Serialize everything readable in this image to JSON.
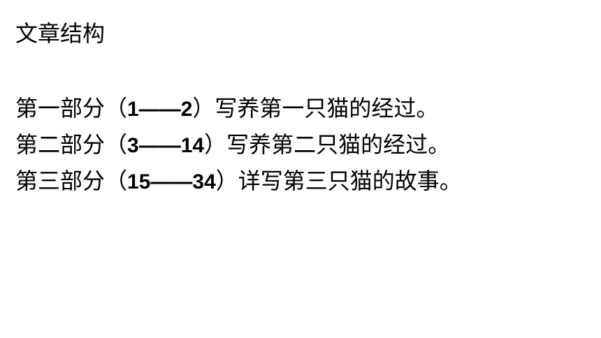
{
  "title": "文章结构",
  "parts": [
    {
      "prefix": "第一部分（",
      "range": "1——2",
      "suffix": "）写养第一只猫的经过。"
    },
    {
      "prefix": "第二部分（",
      "range": "3——14",
      "suffix": "）写养第二只猫的经过。"
    },
    {
      "prefix": "第三部分（",
      "range": "15——34",
      "suffix": "）详写第三只猫的故事。"
    }
  ]
}
